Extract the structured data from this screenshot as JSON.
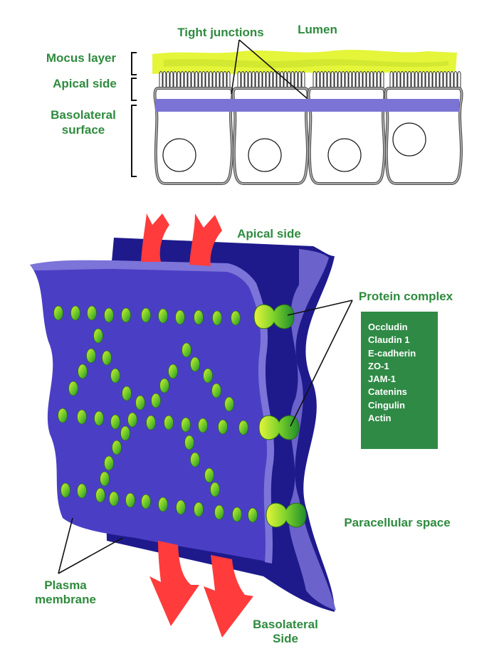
{
  "top_diagram": {
    "labels": {
      "tight_junctions": "Tight junctions",
      "lumen": "Lumen",
      "mucus_layer": "Mocus layer",
      "apical_side": "Apical side",
      "basolateral_surface_line1": "Basolateral",
      "basolateral_surface_line2": "surface"
    }
  },
  "bottom_diagram": {
    "labels": {
      "apical_side": "Apical side",
      "protein_complex": "Protein complex",
      "paracellular_space": "Paracellular space",
      "plasma_membrane_line1": "Plasma",
      "plasma_membrane_line2": "membrane",
      "basolateral_side_line1": "Basolateral",
      "basolateral_side_line2": "Side"
    },
    "protein_list": [
      "Occludin",
      "Claudin 1",
      "E-cadherin",
      "ZO-1",
      "JAM-1",
      "Catenins",
      "Cingulin",
      "Actin"
    ]
  },
  "colors": {
    "label_green": "#2e8b3e",
    "membrane_dark": "#1e1a8c",
    "membrane_front": "#4a3fc4",
    "membrane_light": "#7c74d8",
    "mucus": "#e4f53a",
    "arrow_red": "#ff3b3b",
    "protein_green": "#7ed321",
    "apical_band": "#7b74d4",
    "list_box": "#2f8a45"
  }
}
